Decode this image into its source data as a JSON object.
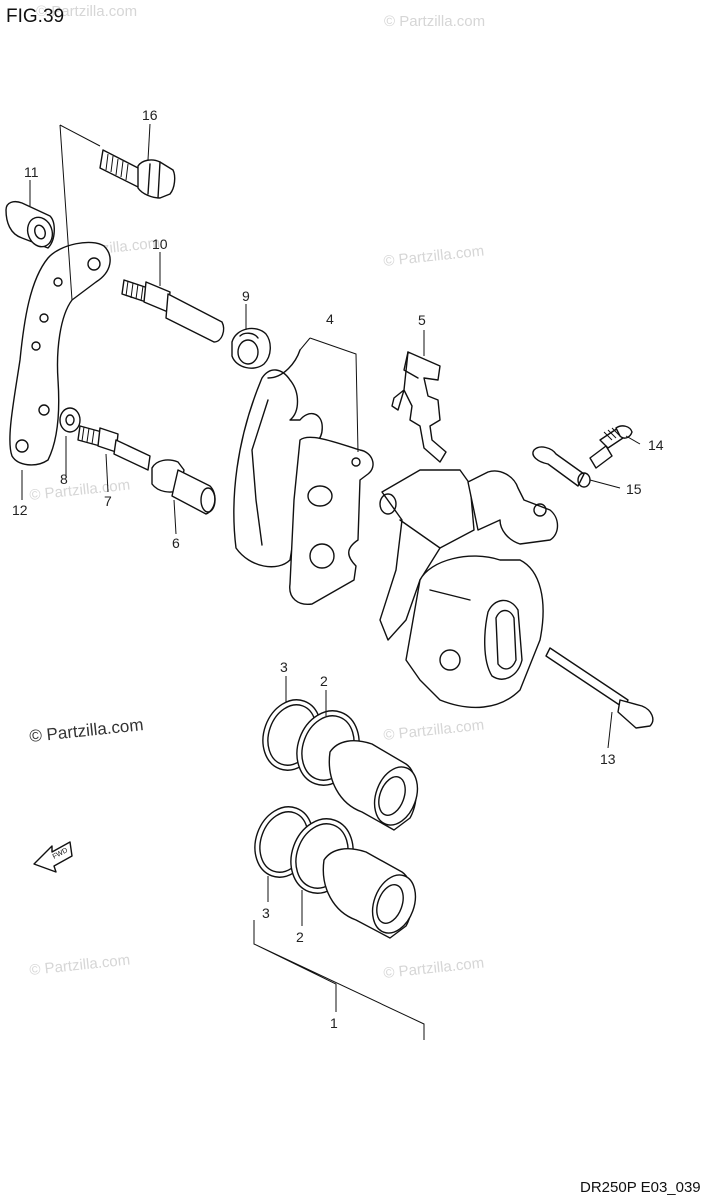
{
  "figure": {
    "title": "FIG.39",
    "code": "DR250P E03_039"
  },
  "watermark": {
    "text": "© Partzilla.com"
  },
  "callouts": [
    {
      "id": "1",
      "label": "1"
    },
    {
      "id": "2a",
      "label": "2"
    },
    {
      "id": "2b",
      "label": "2"
    },
    {
      "id": "3a",
      "label": "3"
    },
    {
      "id": "3b",
      "label": "3"
    },
    {
      "id": "4",
      "label": "4"
    },
    {
      "id": "5",
      "label": "5"
    },
    {
      "id": "6",
      "label": "6"
    },
    {
      "id": "7",
      "label": "7"
    },
    {
      "id": "8",
      "label": "8"
    },
    {
      "id": "9",
      "label": "9"
    },
    {
      "id": "10",
      "label": "10"
    },
    {
      "id": "11",
      "label": "11"
    },
    {
      "id": "12",
      "label": "12"
    },
    {
      "id": "13",
      "label": "13"
    },
    {
      "id": "14",
      "label": "14"
    },
    {
      "id": "15",
      "label": "15"
    },
    {
      "id": "16",
      "label": "16"
    }
  ],
  "front_arrow": {
    "text": "FWD"
  }
}
